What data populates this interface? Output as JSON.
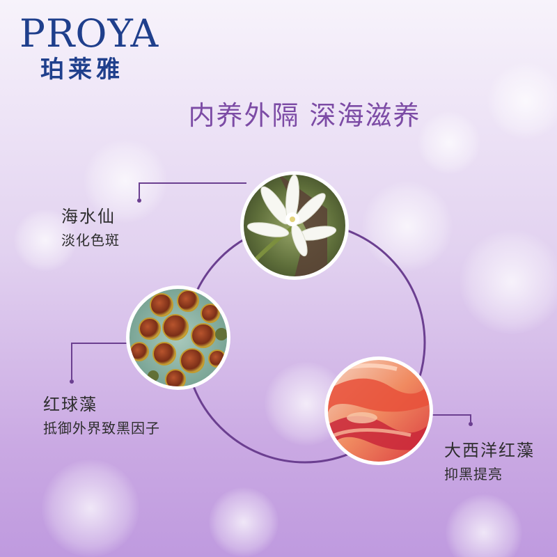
{
  "brand": {
    "name_en": "PROYA",
    "name_cn": "珀莱雅"
  },
  "headline": "内养外隔  深海滋养",
  "ingredients": [
    {
      "name": "海水仙",
      "benefit": "淡化色斑",
      "image": "white-flower-photo"
    },
    {
      "name": "红球藻",
      "benefit": "抵御外界致黑因子",
      "image": "algae-cells-photo"
    },
    {
      "name": "大西洋红藻",
      "benefit": "抑黑提亮",
      "image": "red-seaweed-photo"
    }
  ],
  "colors": {
    "brand_blue": "#1f3f8c",
    "headline_purple": "#7c4ba5",
    "ring_purple": "#6b3f90"
  }
}
